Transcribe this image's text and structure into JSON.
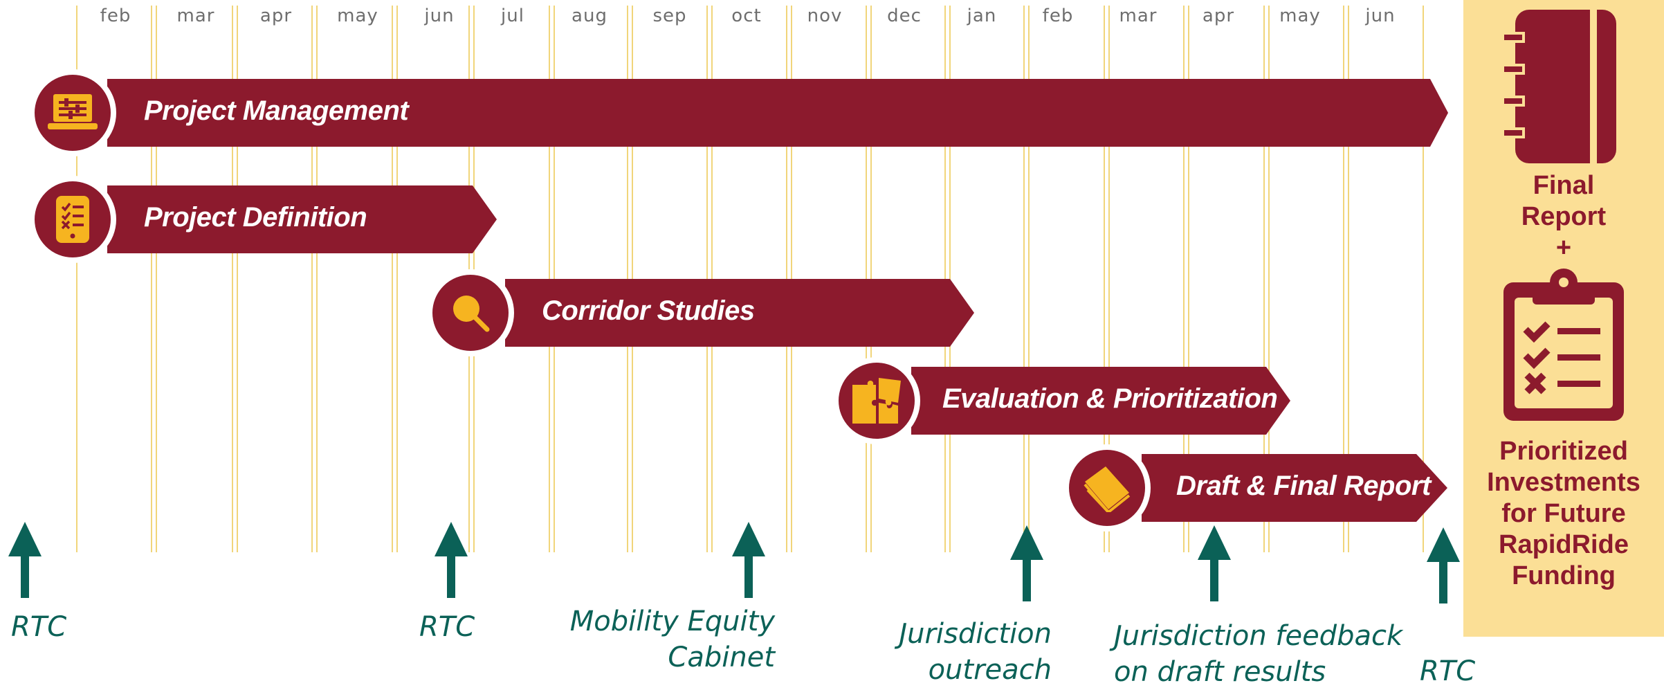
{
  "timeline": {
    "months": [
      "feb",
      "mar",
      "apr",
      "may",
      "jun",
      "jul",
      "aug",
      "sep",
      "oct",
      "nov",
      "dec",
      "jan",
      "feb",
      "mar",
      "apr",
      "may",
      "jun"
    ],
    "grid_color": "#f1d57a"
  },
  "phases": [
    {
      "label": "Project Management",
      "icon": "laptop-settings-icon"
    },
    {
      "label": "Project Definition",
      "icon": "checklist-tablet-icon"
    },
    {
      "label": "Corridor Studies",
      "icon": "magnifier-icon"
    },
    {
      "label": "Evaluation & Prioritization",
      "icon": "puzzle-icon"
    },
    {
      "label": "Draft & Final Report",
      "icon": "book-icon"
    }
  ],
  "milestones": [
    {
      "label": "RTC"
    },
    {
      "label": "RTC"
    },
    {
      "label": "Mobility Equity\nCabinet"
    },
    {
      "label": "Jurisdiction\noutreach"
    },
    {
      "label": "Jurisdiction feedback\non draft results"
    },
    {
      "label": "RTC"
    }
  ],
  "side_panel": {
    "notebook_icon": "notebook-icon",
    "final_report": "Final\nReport\n+",
    "clipboard_icon": "clipboard-checklist-icon",
    "outcome": "Prioritized\nInvestments\nfor Future\nRapidRide\nFunding"
  },
  "colors": {
    "maroon": "#8c1a2d",
    "gold": "#f6b420",
    "teal": "#0b6157",
    "panel": "#fbdf96",
    "month_text": "#6e6e6e"
  }
}
